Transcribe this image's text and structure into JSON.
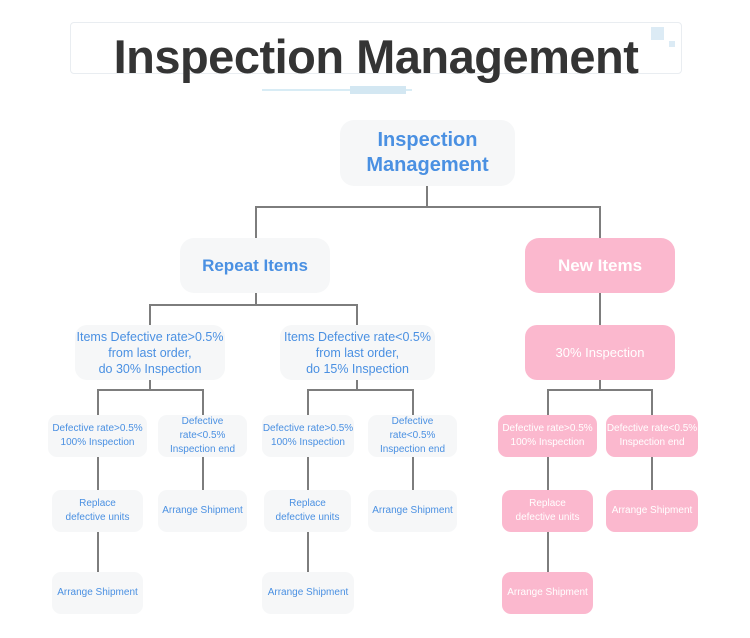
{
  "header": {
    "title": "Inspection Management"
  },
  "colors": {
    "blue_text": "#4a90e2",
    "blue_node_bg": "#f6f7f8",
    "pink_node_bg": "#fbb8ce",
    "pink_node_text": "#ffffff",
    "connector": "#7d7d7d",
    "title_text": "#343434",
    "title_accent": "#d8ecf5"
  },
  "flowchart": {
    "root": "Inspection\nManagement",
    "branches": {
      "repeat": {
        "label": "Repeat Items",
        "level3": [
          "Items Defective rate>0.5%\nfrom last order,\ndo 30% Inspection",
          "Items Defective rate<0.5%\nfrom last order,\ndo 15% Inspection"
        ],
        "level4": [
          "Defective rate>0.5%\n100% Inspection",
          "Defective rate<0.5%\nInspection end",
          "Defective rate>0.5%\n100% Inspection",
          "Defective rate<0.5%\nInspection end"
        ],
        "level5": [
          "Replace\ndefective units",
          "Arrange Shipment",
          "Replace\ndefective units",
          "Arrange Shipment"
        ],
        "level6": [
          "Arrange Shipment",
          "Arrange Shipment"
        ]
      },
      "new": {
        "label": "New Items",
        "level3": "30% Inspection",
        "level4": [
          "Defective rate>0.5%\n100% Inspection",
          "Defective rate<0.5%\nInspection end"
        ],
        "level5": [
          "Replace\ndefective units",
          "Arrange Shipment"
        ],
        "level6": "Arrange Shipment"
      }
    }
  }
}
